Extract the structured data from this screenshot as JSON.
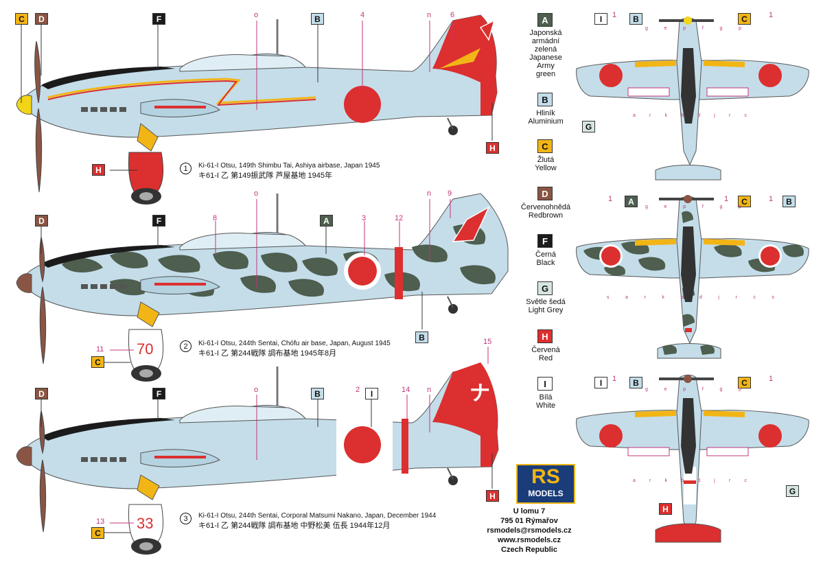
{
  "palette": {
    "A": {
      "code": "A",
      "cz": "Japonská armádní zelená",
      "en": "Japanese Army green",
      "color": "#4e5e4f",
      "text": "#ffffff"
    },
    "B": {
      "code": "B",
      "cz": "Hliník",
      "en": "Aluminium",
      "color": "#c4dde9",
      "text": "#111111"
    },
    "C": {
      "code": "C",
      "cz": "Žlutá",
      "en": "Yellow",
      "color": "#f2b516",
      "text": "#111111"
    },
    "D": {
      "code": "D",
      "cz": "Červenohnědá",
      "en": "Redbrown",
      "color": "#8a5544",
      "text": "#ffffff"
    },
    "F": {
      "code": "F",
      "cz": "Černá",
      "en": "Black",
      "color": "#1b1b1b",
      "text": "#ffffff"
    },
    "G": {
      "code": "G",
      "cz": "Světle šedá",
      "en": "Light Grey",
      "color": "#d6e6df",
      "text": "#111111"
    },
    "H": {
      "code": "H",
      "cz": "Červená",
      "en": "Red",
      "color": "#dc2f2f",
      "text": "#ffffff"
    },
    "I": {
      "code": "I",
      "cz": "Bílá",
      "en": "White",
      "color": "#ffffff",
      "text": "#111111"
    }
  },
  "legend_lines": {
    "A": [
      "Japonská",
      "armádní",
      "zelená",
      "Japanese",
      "Army",
      "green"
    ],
    "B": [
      "Hliník",
      "Aluminium"
    ],
    "C": [
      "Žlutá",
      "Yellow"
    ],
    "D": [
      "Červenohnědá",
      "Redbrown"
    ],
    "F": [
      "Černá",
      "Black"
    ],
    "G": [
      "Světle šedá",
      "Light Grey"
    ],
    "H": [
      "Červená",
      "Red"
    ],
    "I": [
      "Bílá",
      "White"
    ]
  },
  "profiles": [
    {
      "index": "1",
      "caption_en": "Ki-61-I Otsu, 149th Shimbu Tai, Ashiya airbase, Japan 1945",
      "caption_jp": "キ61-I 乙 第149振武隊 芦屋基地 1945年"
    },
    {
      "index": "2",
      "caption_en": "Ki-61-I Otsu, 244th Sentai, Chófu air base, Japan, August 1945",
      "caption_jp": "キ61-I 乙 第244戦隊 調布基地 1945年8月",
      "wheel_number": "70"
    },
    {
      "index": "3",
      "caption_en": "Ki-61-I Otsu, 244th Sentai, Corporal Matsumi Nakano, Japan, December 1944",
      "caption_jp": "キ61-I 乙 第244戦隊 調布基地 中野松美 伍長 1944年12月",
      "wheel_number": "33",
      "tail_kana": "ナ"
    }
  ],
  "callouts": {
    "p1": {
      "C": "C",
      "D": "D",
      "F": "F",
      "o": "o",
      "B": "B",
      "n4": "4",
      "n": "n",
      "n6": "6",
      "H1": "H",
      "H2": "H"
    },
    "p2": {
      "D": "D",
      "F": "F",
      "n8": "8",
      "o": "o",
      "A": "A",
      "n3": "3",
      "n12": "12",
      "n": "n",
      "n9": "9",
      "B": "B",
      "n11": "11",
      "C": "C"
    },
    "p3": {
      "D": "D",
      "F": "F",
      "o": "o",
      "B": "B",
      "n2": "2",
      "I": "I",
      "n14": "14",
      "n": "n",
      "n15": "15",
      "H": "H",
      "n13": "13",
      "C": "C"
    }
  },
  "planform": {
    "top": {
      "I": "I",
      "B": "B",
      "C": "C",
      "G": "G",
      "n1a": "1",
      "n1b": "1",
      "letters_top": [
        "g",
        "e",
        "p",
        "f",
        "g",
        "p"
      ],
      "letters_bottom": [
        "a",
        "r",
        "k",
        "b",
        "d",
        "j",
        "r",
        "c"
      ]
    },
    "mid": {
      "A": "A",
      "C": "C",
      "B": "B",
      "n1a": "1",
      "n1b": "1",
      "n1c": "1",
      "letters_top": [
        "g",
        "e",
        "p",
        "f",
        "g",
        "p"
      ],
      "letters_bottom": [
        "s",
        "a",
        "r",
        "k",
        "b",
        "d",
        "j",
        "r",
        "c",
        "s"
      ]
    },
    "bot": {
      "I": "I",
      "B": "B",
      "C": "C",
      "G": "G",
      "H": "H",
      "n1a": "1",
      "n1b": "1",
      "letters_top": [
        "g",
        "e",
        "p",
        "f",
        "g",
        "p"
      ],
      "letters_bottom": [
        "a",
        "r",
        "k",
        "b",
        "d",
        "j",
        "r",
        "c"
      ]
    }
  },
  "logo": {
    "top": "RS",
    "bottom": "MODELS"
  },
  "address": [
    "U lomu 7",
    "795 01 Rýmařov",
    "rsmodels@rsmodels.cz",
    "www.rsmodels.cz",
    "Czech Republic"
  ]
}
